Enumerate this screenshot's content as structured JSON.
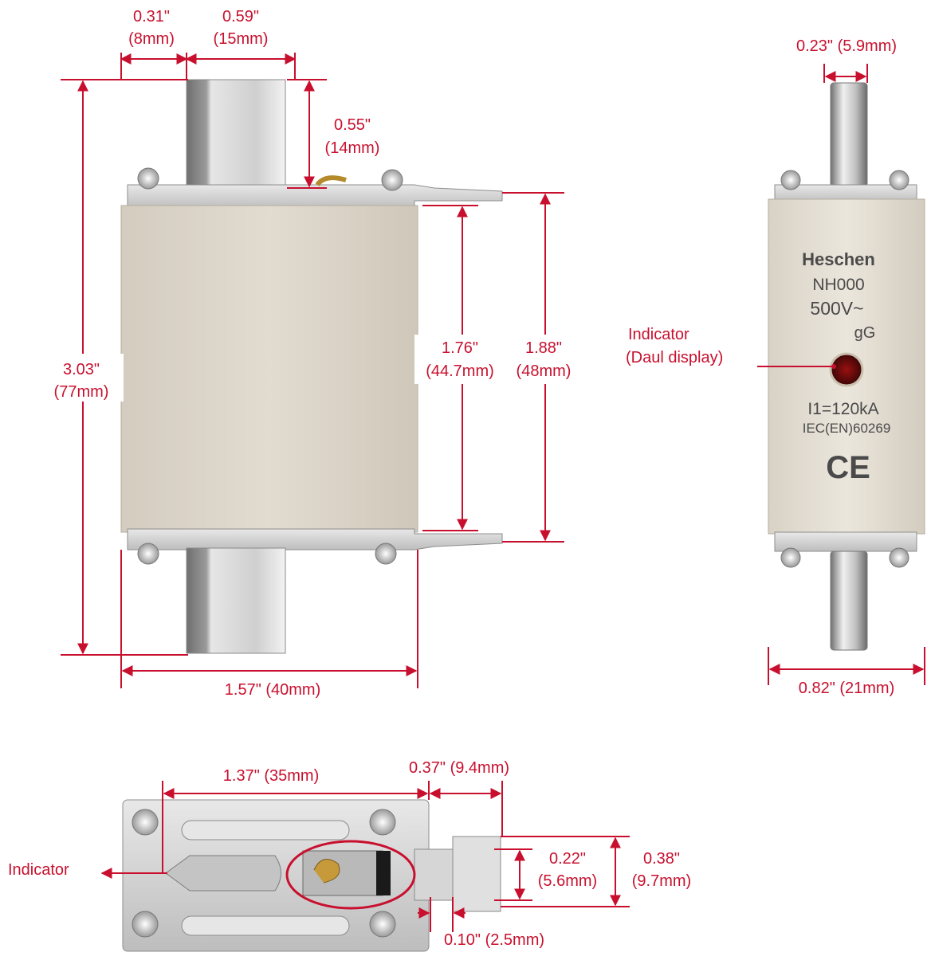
{
  "front_view": {
    "top_offset": {
      "in": "0.31\"",
      "mm": "(8mm)"
    },
    "blade_width": {
      "in": "0.59\"",
      "mm": "(15mm)"
    },
    "blade_height": {
      "in": "0.55\"",
      "mm": "(14mm)"
    },
    "total_height": {
      "in": "3.03\"",
      "mm": "(77mm)"
    },
    "body_height": {
      "in": "1.76\"",
      "mm": "(44.7mm)"
    },
    "plate_height": {
      "in": "1.88\"",
      "mm": "(48mm)"
    },
    "body_width": "1.57\" (40mm)"
  },
  "side_view": {
    "blade_thickness": "0.23\" (5.9mm)",
    "body_width": "0.82\" (21mm)",
    "brand": "Heschen",
    "model": "NH000",
    "voltage": "500V~",
    "class": "gG",
    "breaking_capacity": "I1=120kA",
    "standard": "IEC(EN)60269",
    "mark": "CE",
    "indicator_label": {
      "line1": "Indicator",
      "line2": "(Daul display)"
    }
  },
  "top_view": {
    "slot_length": "1.37\" (35mm)",
    "tab_length": "0.37\" (9.4mm)",
    "tab_inner": {
      "in": "0.22\"",
      "mm": "(5.6mm)"
    },
    "tab_outer": {
      "in": "0.38\"",
      "mm": "(9.7mm)"
    },
    "tab_gap": "0.10\" (2.5mm)",
    "indicator_label": "Indicator"
  },
  "colors": {
    "dimension": "#c8102e",
    "body": "#ddd6ca",
    "metal": "#c9c9c9"
  }
}
